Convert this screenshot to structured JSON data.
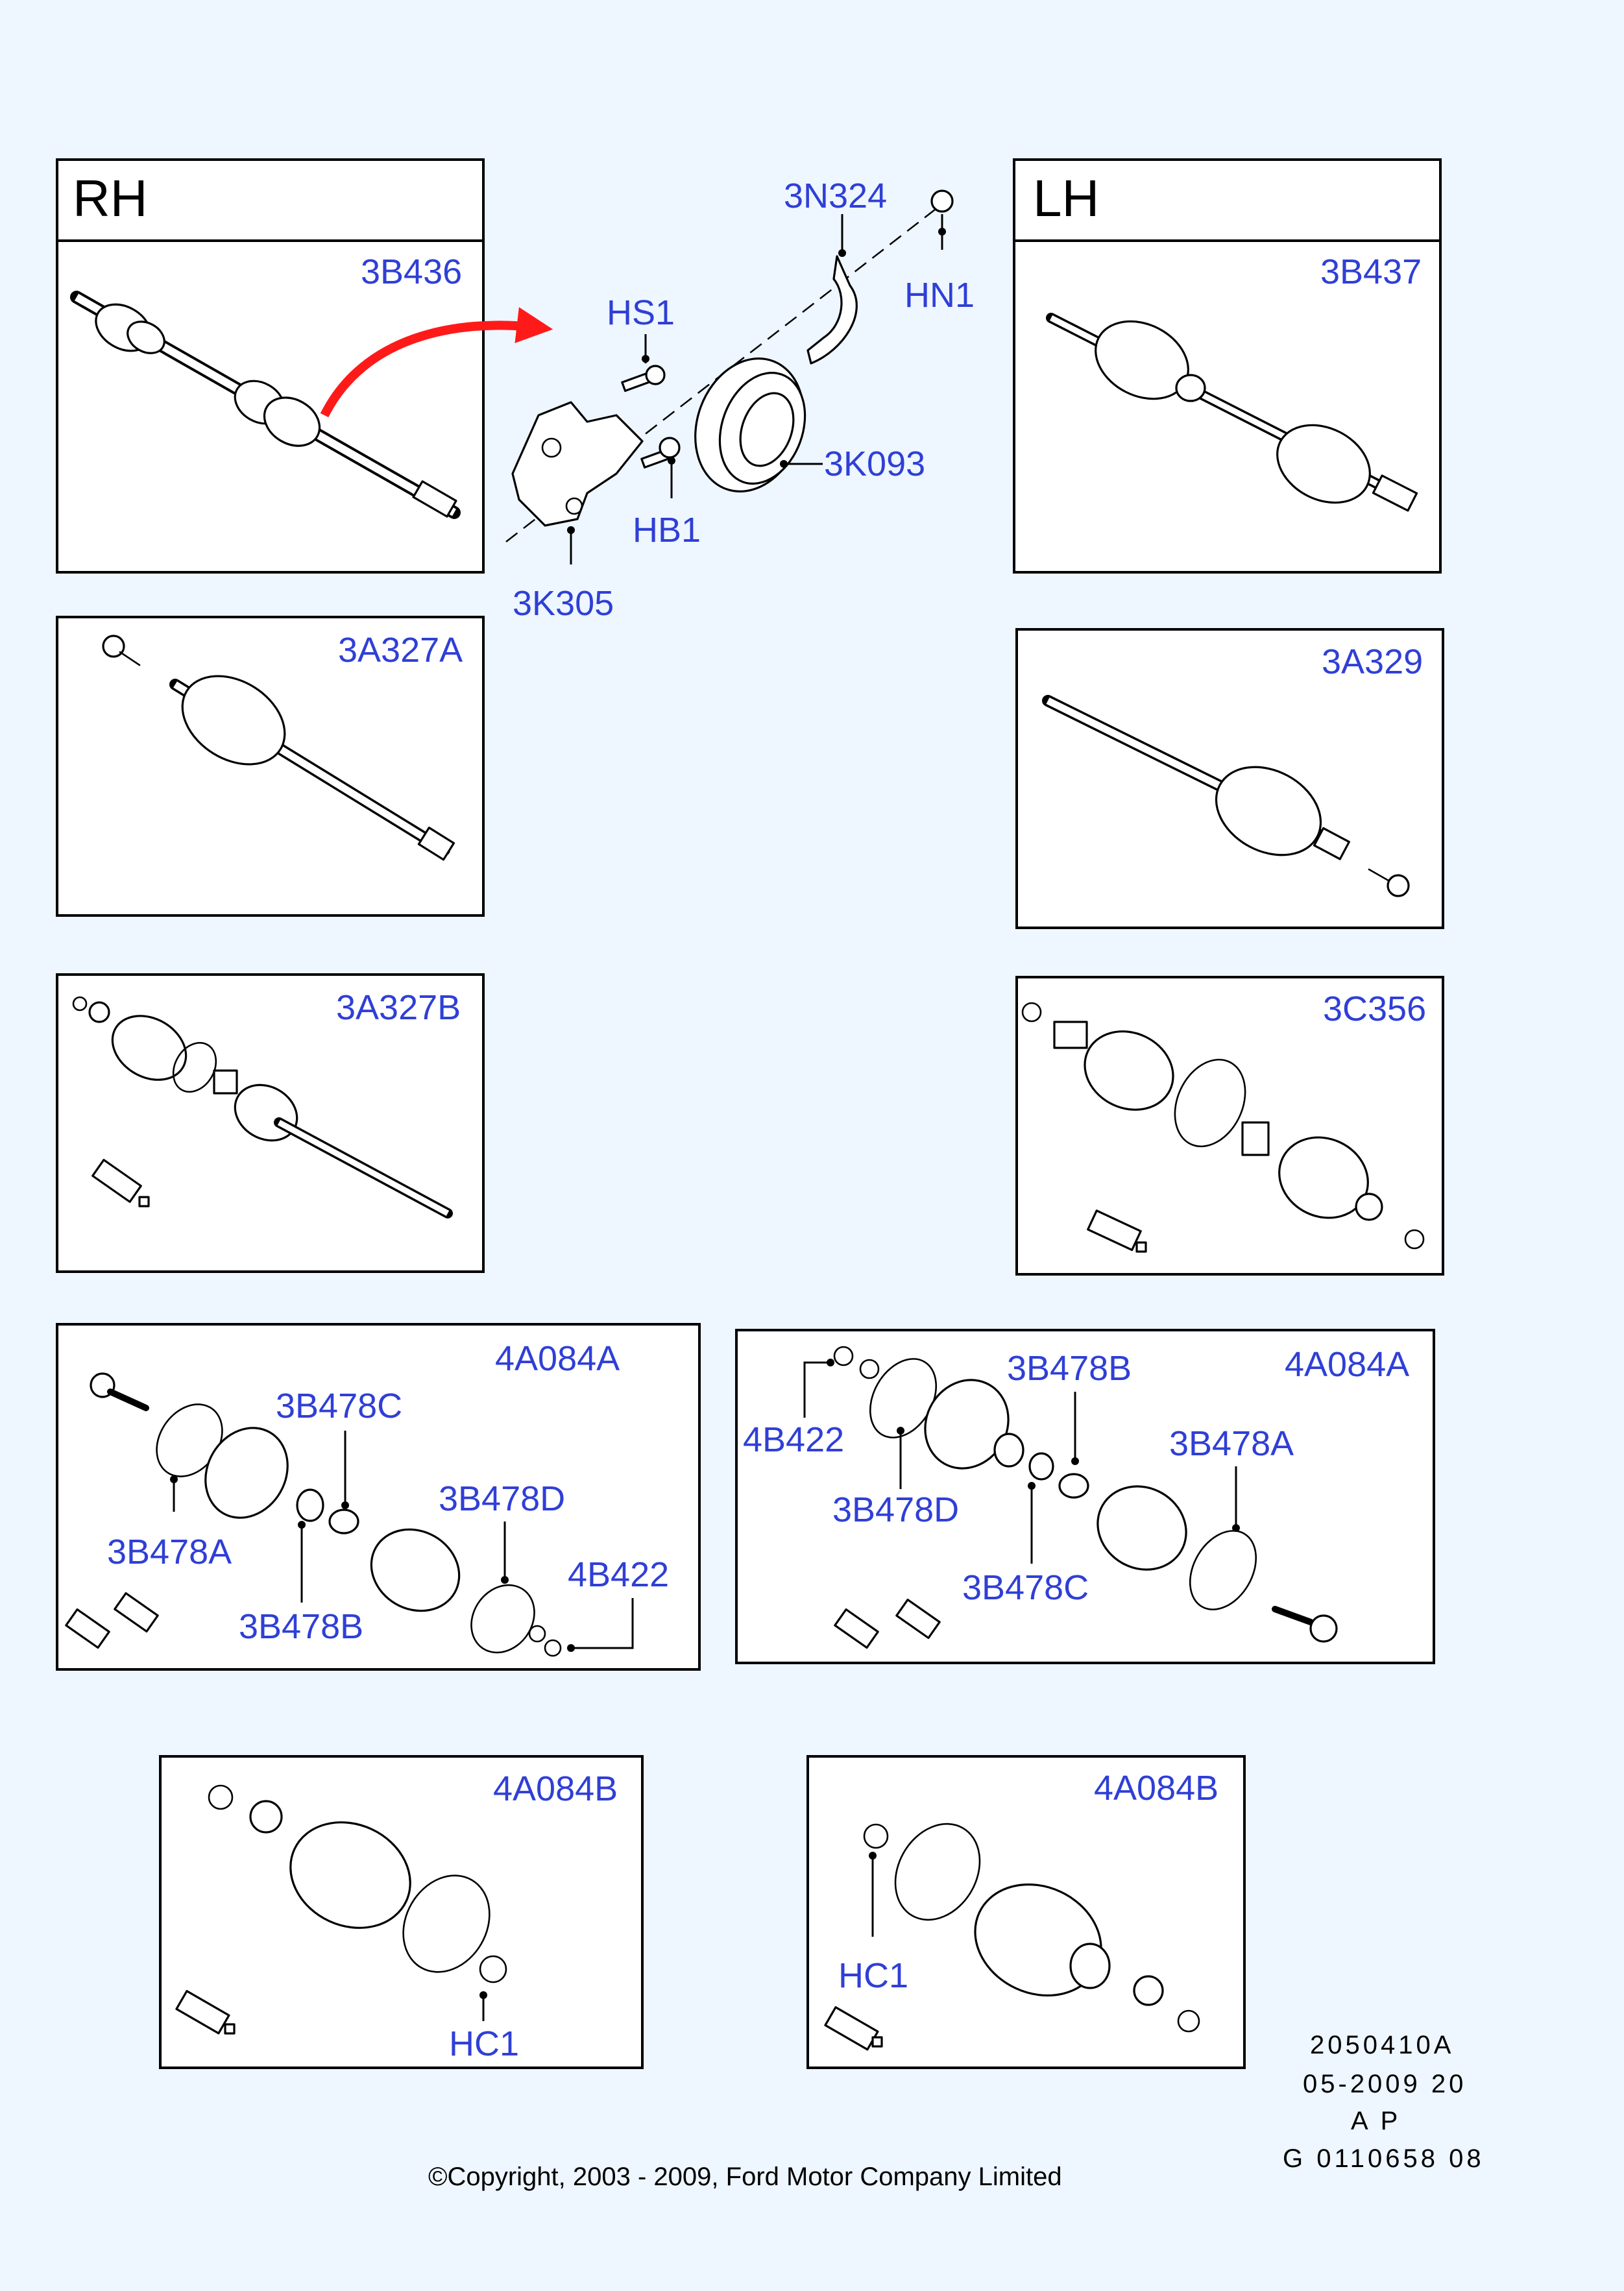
{
  "headers": {
    "rh": "RH",
    "lh": "LH"
  },
  "labels": {
    "p3B436": "3B436",
    "p3N324": "3N324",
    "hn1": "HN1",
    "hs1": "HS1",
    "p3K093": "3K093",
    "hb1": "HB1",
    "p3K305": "3K305",
    "p3B437": "3B437",
    "p3A327A": "3A327A",
    "p3A329": "3A329",
    "p3A327B": "3A327B",
    "p3C356": "3C356",
    "left_kit": "4A084A",
    "l_3B478C": "3B478C",
    "l_3B478D": "3B478D",
    "l_3B478A": "3B478A",
    "l_4B422": "4B422",
    "l_3B478B": "3B478B",
    "right_kit": "4A084A",
    "r_3B478B": "3B478B",
    "r_4B422": "4B422",
    "r_3B478A": "3B478A",
    "r_3B478D": "3B478D",
    "r_3B478C": "3B478C",
    "boot_kit_left": "4A084B",
    "hc1_left": "HC1",
    "boot_kit_right": "4A084B",
    "hc1_right": "HC1"
  },
  "footer": {
    "code1": "2050410A",
    "code2": "05-2009 20",
    "code3": "A P",
    "code4": "G 0110658 08",
    "copyright": "©Copyright, 2003 - 2009, Ford Motor Company Limited"
  },
  "colors": {
    "label": "#2f3fd6",
    "arrow": "#ff1a1a",
    "background": "#eef6ff"
  }
}
